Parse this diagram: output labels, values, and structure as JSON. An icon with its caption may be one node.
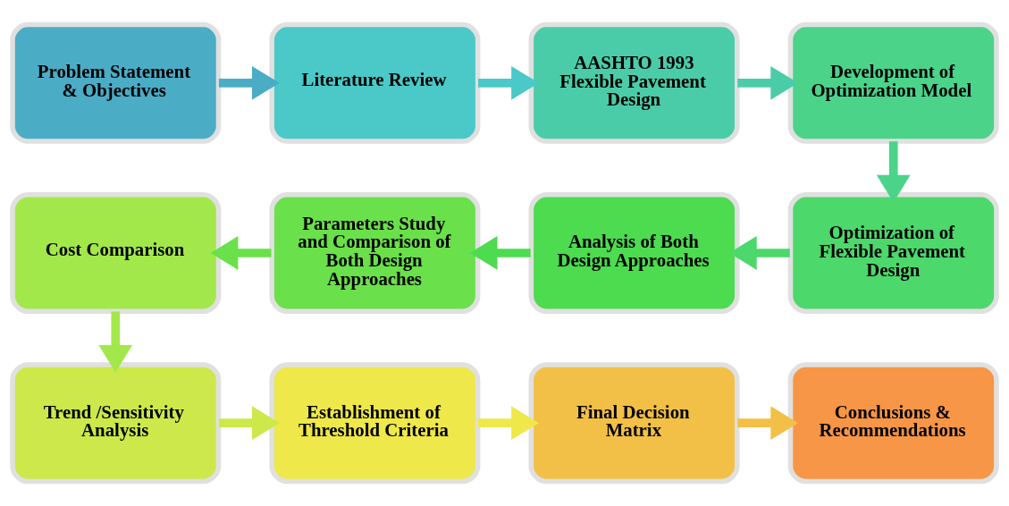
{
  "diagram": {
    "nodes": [
      {
        "text": [
          "Problem Statement & Objectives"
        ]
      },
      {
        "text": [
          "Literature Review"
        ]
      },
      {
        "text": [
          "AASHTO 1993 Flexible Pavement Design"
        ]
      },
      {
        "text": [
          "Development of Optimization Model"
        ]
      },
      {
        "text": [
          "Optimization of Flexible Pavement Design"
        ]
      },
      {
        "text": [
          "Analysis of Both Design Approaches"
        ]
      },
      {
        "text": [
          "Parameters Study and Comparison of Both Design Approaches"
        ]
      },
      {
        "text": [
          "Cost Comparison"
        ]
      },
      {
        "text": [
          "Trend /Sensitivity Analysis"
        ]
      },
      {
        "text": [
          "Establishment of Threshold Criteria"
        ]
      },
      {
        "text": [
          "Final Decision Matrix"
        ]
      },
      {
        "text": [
          "Conclusions & Recommendations"
        ]
      }
    ],
    "edges": [
      {
        "from": 0,
        "to": 1,
        "arrow": "to",
        "color": "#4bacc6"
      },
      {
        "from": 1,
        "to": 2,
        "arrow": "to",
        "color": "#4bc8c8"
      },
      {
        "from": 2,
        "to": 3,
        "arrow": "to",
        "color": "#4bcca8"
      },
      {
        "from": 3,
        "to": 4,
        "arrow": "to",
        "color": "#4bd38a"
      },
      {
        "from": 4,
        "to": 5,
        "arrow": "to",
        "color": "#4cd86a"
      },
      {
        "from": 5,
        "to": 6,
        "arrow": "to",
        "color": "#4ddb4f"
      },
      {
        "from": 6,
        "to": 7,
        "arrow": "to",
        "color": "#6ae04a"
      },
      {
        "from": 7,
        "to": 8,
        "arrow": "to",
        "color": "#a3e84a"
      },
      {
        "from": 8,
        "to": 9,
        "arrow": "to",
        "color": "#cde84a"
      },
      {
        "from": 9,
        "to": 10,
        "arrow": "to",
        "color": "#eee84a"
      },
      {
        "from": 10,
        "to": 11,
        "arrow": "to",
        "color": "#f2c046"
      }
    ]
  }
}
